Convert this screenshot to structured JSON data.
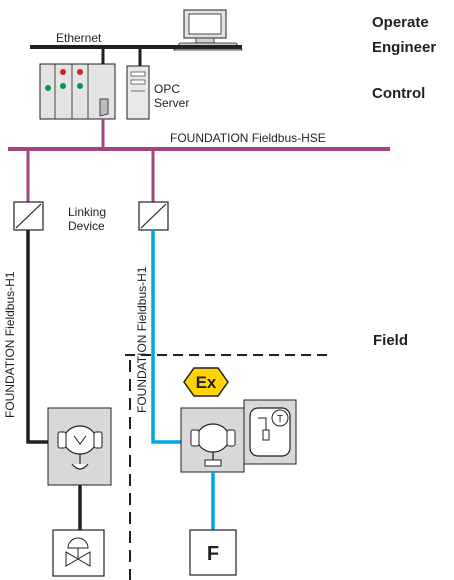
{
  "levels": {
    "operate": "Operate",
    "engineer": "Engineer",
    "control": "Control",
    "field": "Field"
  },
  "network": {
    "ethernet": "Ethernet",
    "opc_line1": "OPC",
    "opc_line2": "Server",
    "hse": "FOUNDATION Fieldbus-HSE",
    "linking_line1": "Linking",
    "linking_line2": "Device",
    "h1_left": "FOUNDATION Fieldbus-H1",
    "h1_right": "FOUNDATION Fieldbus-H1"
  },
  "devices": {
    "ex_symbol": "Ex",
    "flow_meter": "F"
  },
  "colors": {
    "hse_bus": "#a0467f",
    "h1_intrinsic": "#00a6e0",
    "h1_standard": "#231f20",
    "device_fill": "#d8d8d8",
    "ex_yellow": "#ffd400"
  }
}
